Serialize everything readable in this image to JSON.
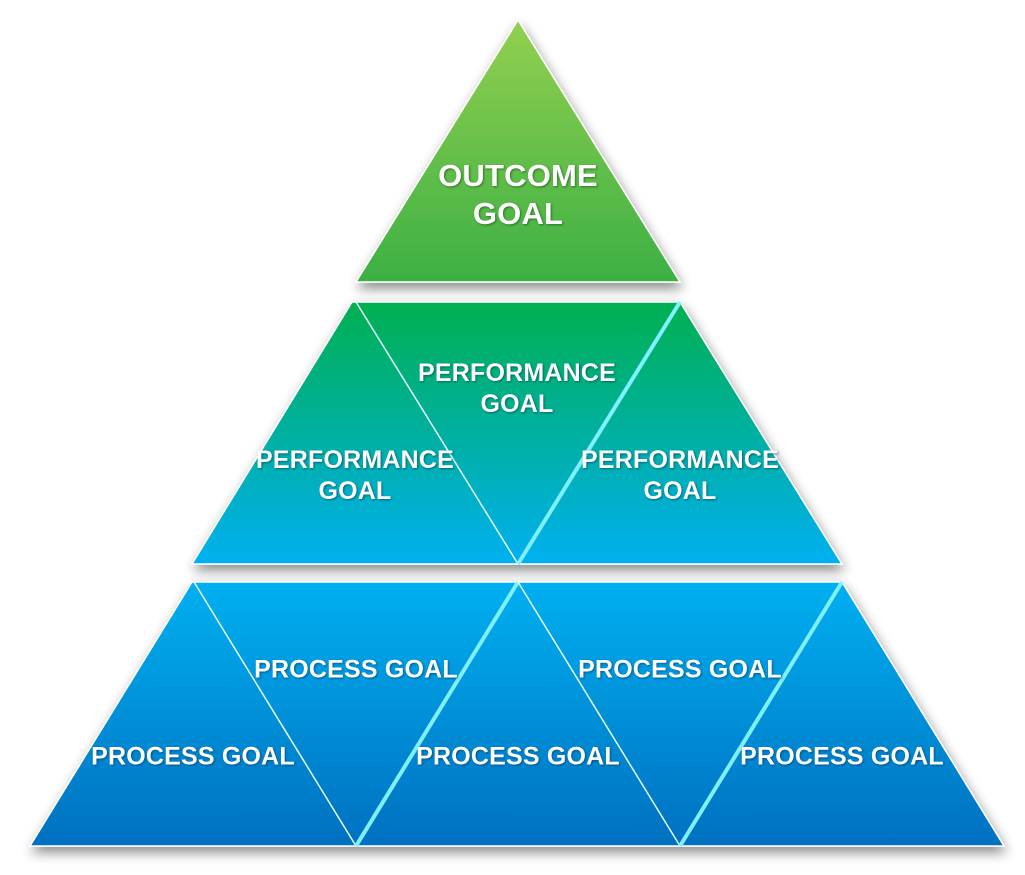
{
  "outcome": {
    "line1": "OUTCOME",
    "line2": "GOAL"
  },
  "performance": [
    {
      "line1": "PERFORMANCE",
      "line2": "GOAL"
    },
    {
      "line1": "PERFORMANCE",
      "line2": "GOAL"
    },
    {
      "line1": "PERFORMANCE",
      "line2": "GOAL"
    }
  ],
  "process": [
    {
      "label": "PROCESS GOAL"
    },
    {
      "label": "PROCESS GOAL"
    },
    {
      "label": "PROCESS GOAL"
    },
    {
      "label": "PROCESS GOAL"
    },
    {
      "label": "PROCESS GOAL"
    }
  ],
  "colors": {
    "outcome_top": "#92d050",
    "outcome_bottom": "#3cb043",
    "performance_top": "#00b050",
    "performance_bottom": "#00b0f0",
    "process_top": "#00b0f0",
    "process_bottom": "#0070c0",
    "divider_light": "#7ff0ff"
  }
}
